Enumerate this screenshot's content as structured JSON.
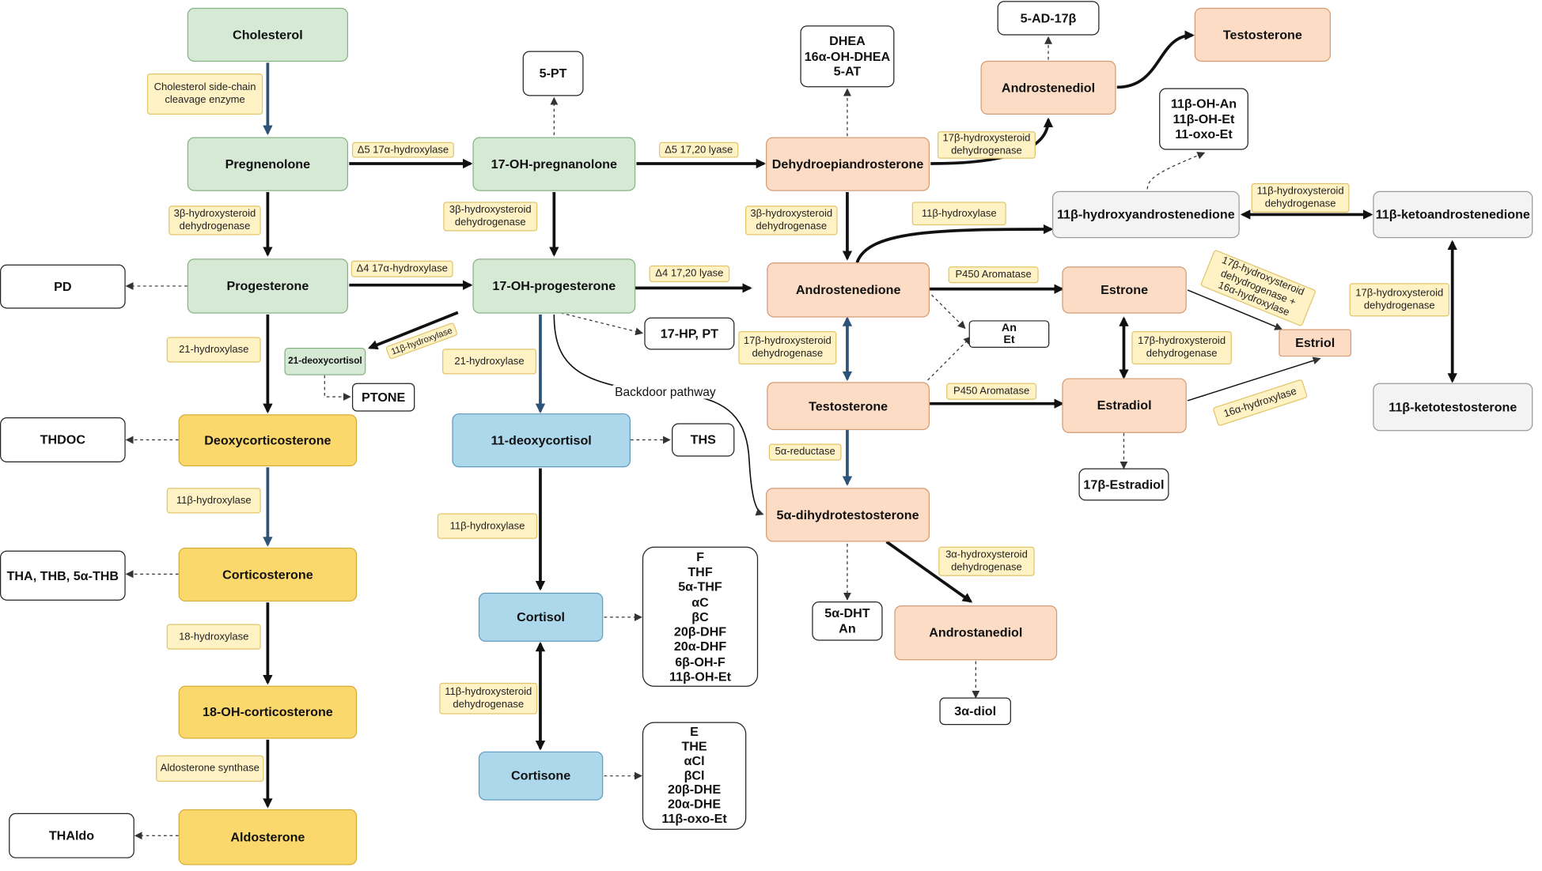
{
  "diagram": {
    "nodes": {
      "cholesterol": "Cholesterol",
      "pregnenolone": "Pregnenolone",
      "oh17_pregnanolone": "17-OH-pregnanolone",
      "dhea_node": "Dehydroepiandrosterone",
      "androstenediol": "Androstenediol",
      "testosterone_top": "Testosterone",
      "progesterone": "Progesterone",
      "oh17_progesterone": "17-OH-progesterone",
      "androstenedione": "Androstenedione",
      "estrone": "Estrone",
      "hydroxy11_andro": "11β-hydroxyandrostenedione",
      "keto11_andro": "11β-ketoandrostenedione",
      "deoxycortisol21": "21-deoxycortisol",
      "testosterone": "Testosterone",
      "estradiol": "Estradiol",
      "estriol": "Estriol",
      "keto11_testo": "11β-ketotestosterone",
      "deoxycorticosterone": "Deoxycorticosterone",
      "deoxycortisol11": "11-deoxycortisol",
      "dht5a": "5α-dihydrotestosterone",
      "corticosterone": "Corticosterone",
      "cortisol": "Cortisol",
      "oh18_corticosterone": "18-OH-corticosterone",
      "androstanediol": "Androstanediol",
      "cortisone": "Cortisone",
      "aldosterone": "Aldosterone"
    },
    "metabolites": {
      "pt5": "5-PT",
      "dhea_group": [
        "DHEA",
        "16α-OH-DHEA",
        "5-AT"
      ],
      "ad5_17b": "5-AD-17β",
      "oh11_group": [
        "11β-OH-An",
        "11β-OH-Et",
        "11-oxo-Et"
      ],
      "pd": "PD",
      "hp17": "17-HP, PT",
      "an_et": [
        "An",
        "Et"
      ],
      "ptone": "PTONE",
      "thdoc": "THDOC",
      "ths": "THS",
      "estradiol17b": "17β-Estradiol",
      "tha_group": "THA, THB, 5α-THB",
      "cortisol_group": [
        "F",
        "THF",
        "5α-THF",
        "αC",
        "βC",
        "20β-DHF",
        "20α-DHF",
        "6β-OH-F",
        "11β-OH-Et"
      ],
      "dht_group": [
        "5α-DHT",
        "An"
      ],
      "diol3a": "3α-diol",
      "cortisone_group": [
        "E",
        "THE",
        "αCl",
        "βCl",
        "20β-DHE",
        "20α-DHE",
        "11β-oxo-Et"
      ],
      "thaldo": "THAldo"
    },
    "enzymes": {
      "scc": "Cholesterol side-chain cleavage enzyme",
      "d5_17a": "Δ5 17α-hydroxylase",
      "d5_1720": "Δ5 17,20 lyase",
      "hsd3b_1": "3β-hydroxysteroid dehydrogenase",
      "hsd3b_2": "3β-hydroxysteroid dehydrogenase",
      "hsd3b_3": "3β-hydroxysteroid dehydrogenase",
      "hsd17b_1": "17β-hydroxysteroid dehydrogenase",
      "hyd11b_1": "11β-hydroxylase",
      "hsd11b_1": "11β-hydroxysteroid dehydrogenase",
      "d4_17a": "Δ4 17α-hydroxylase",
      "d4_1720": "Δ4 17,20 lyase",
      "arom1": "P450 Aromatase",
      "hsd17b_16a": "17β-hydroxysteroid dehydrogenase + 16α-hydroxylase",
      "hsd17b_right": "17β-hydroxysteroid dehydrogenase",
      "hyd21_1": "21-hydroxylase",
      "hyd11b_diag": "11β-hydroxylase",
      "hyd21_2": "21-hydroxylase",
      "hsd17b_2": "17β-hydroxysteroid dehydrogenase",
      "hsd17b_3": "17β-hydroxysteroid dehydrogenase",
      "arom2": "P450 Aromatase",
      "hyd16a": "16α-hydroxylase",
      "red5a": "5α-reductase",
      "hyd11b_2": "11β-hydroxylase",
      "hyd11b_3": "11β-hydroxylase",
      "hsd3a": "3α-hydroxysteroid dehydrogenase",
      "hyd18": "18-hydroxylase",
      "hsd11b_2": "11β-hydroxysteroid dehydrogenase",
      "aldo_syn": "Aldosterone synthase"
    },
    "labels": {
      "backdoor": "Backdoor pathway"
    },
    "colors": {
      "green": "#d6e9d5",
      "yellow": "#fbd86b",
      "orange": "#fcdcc5",
      "blue": "#add8ec",
      "gray": "#f3f3f3",
      "enzyme": "#fff2c4",
      "blue_arrow": "#2d5478",
      "black_arrow": "#111111"
    }
  }
}
